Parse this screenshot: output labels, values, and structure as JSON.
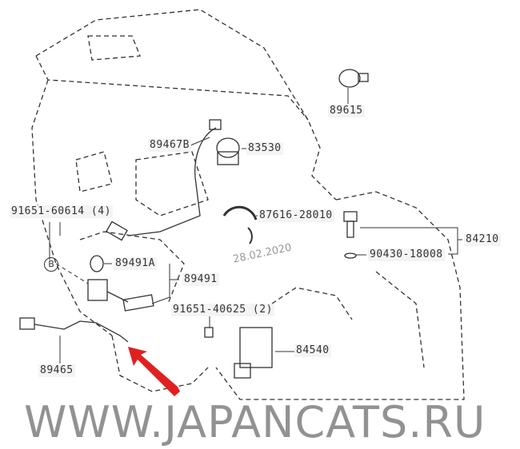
{
  "watermark": "WWW.JAPANCATS.RU",
  "date": "28.02.2020",
  "marker": "B",
  "colors": {
    "arrow": "#e02020",
    "line": "#333333"
  },
  "parts": {
    "p89615": "89615",
    "p89467b": "89467B",
    "p83530": "83530",
    "p87616": "87616-28010",
    "p91651_60614": "91651-60614 (4)",
    "p84210": "84210",
    "p90430": "90430-18008",
    "p89491a": "89491A",
    "p89491": "89491",
    "p91651_40625": "91651-40625 (2)",
    "p84540": "84540",
    "p89465": "89465"
  }
}
